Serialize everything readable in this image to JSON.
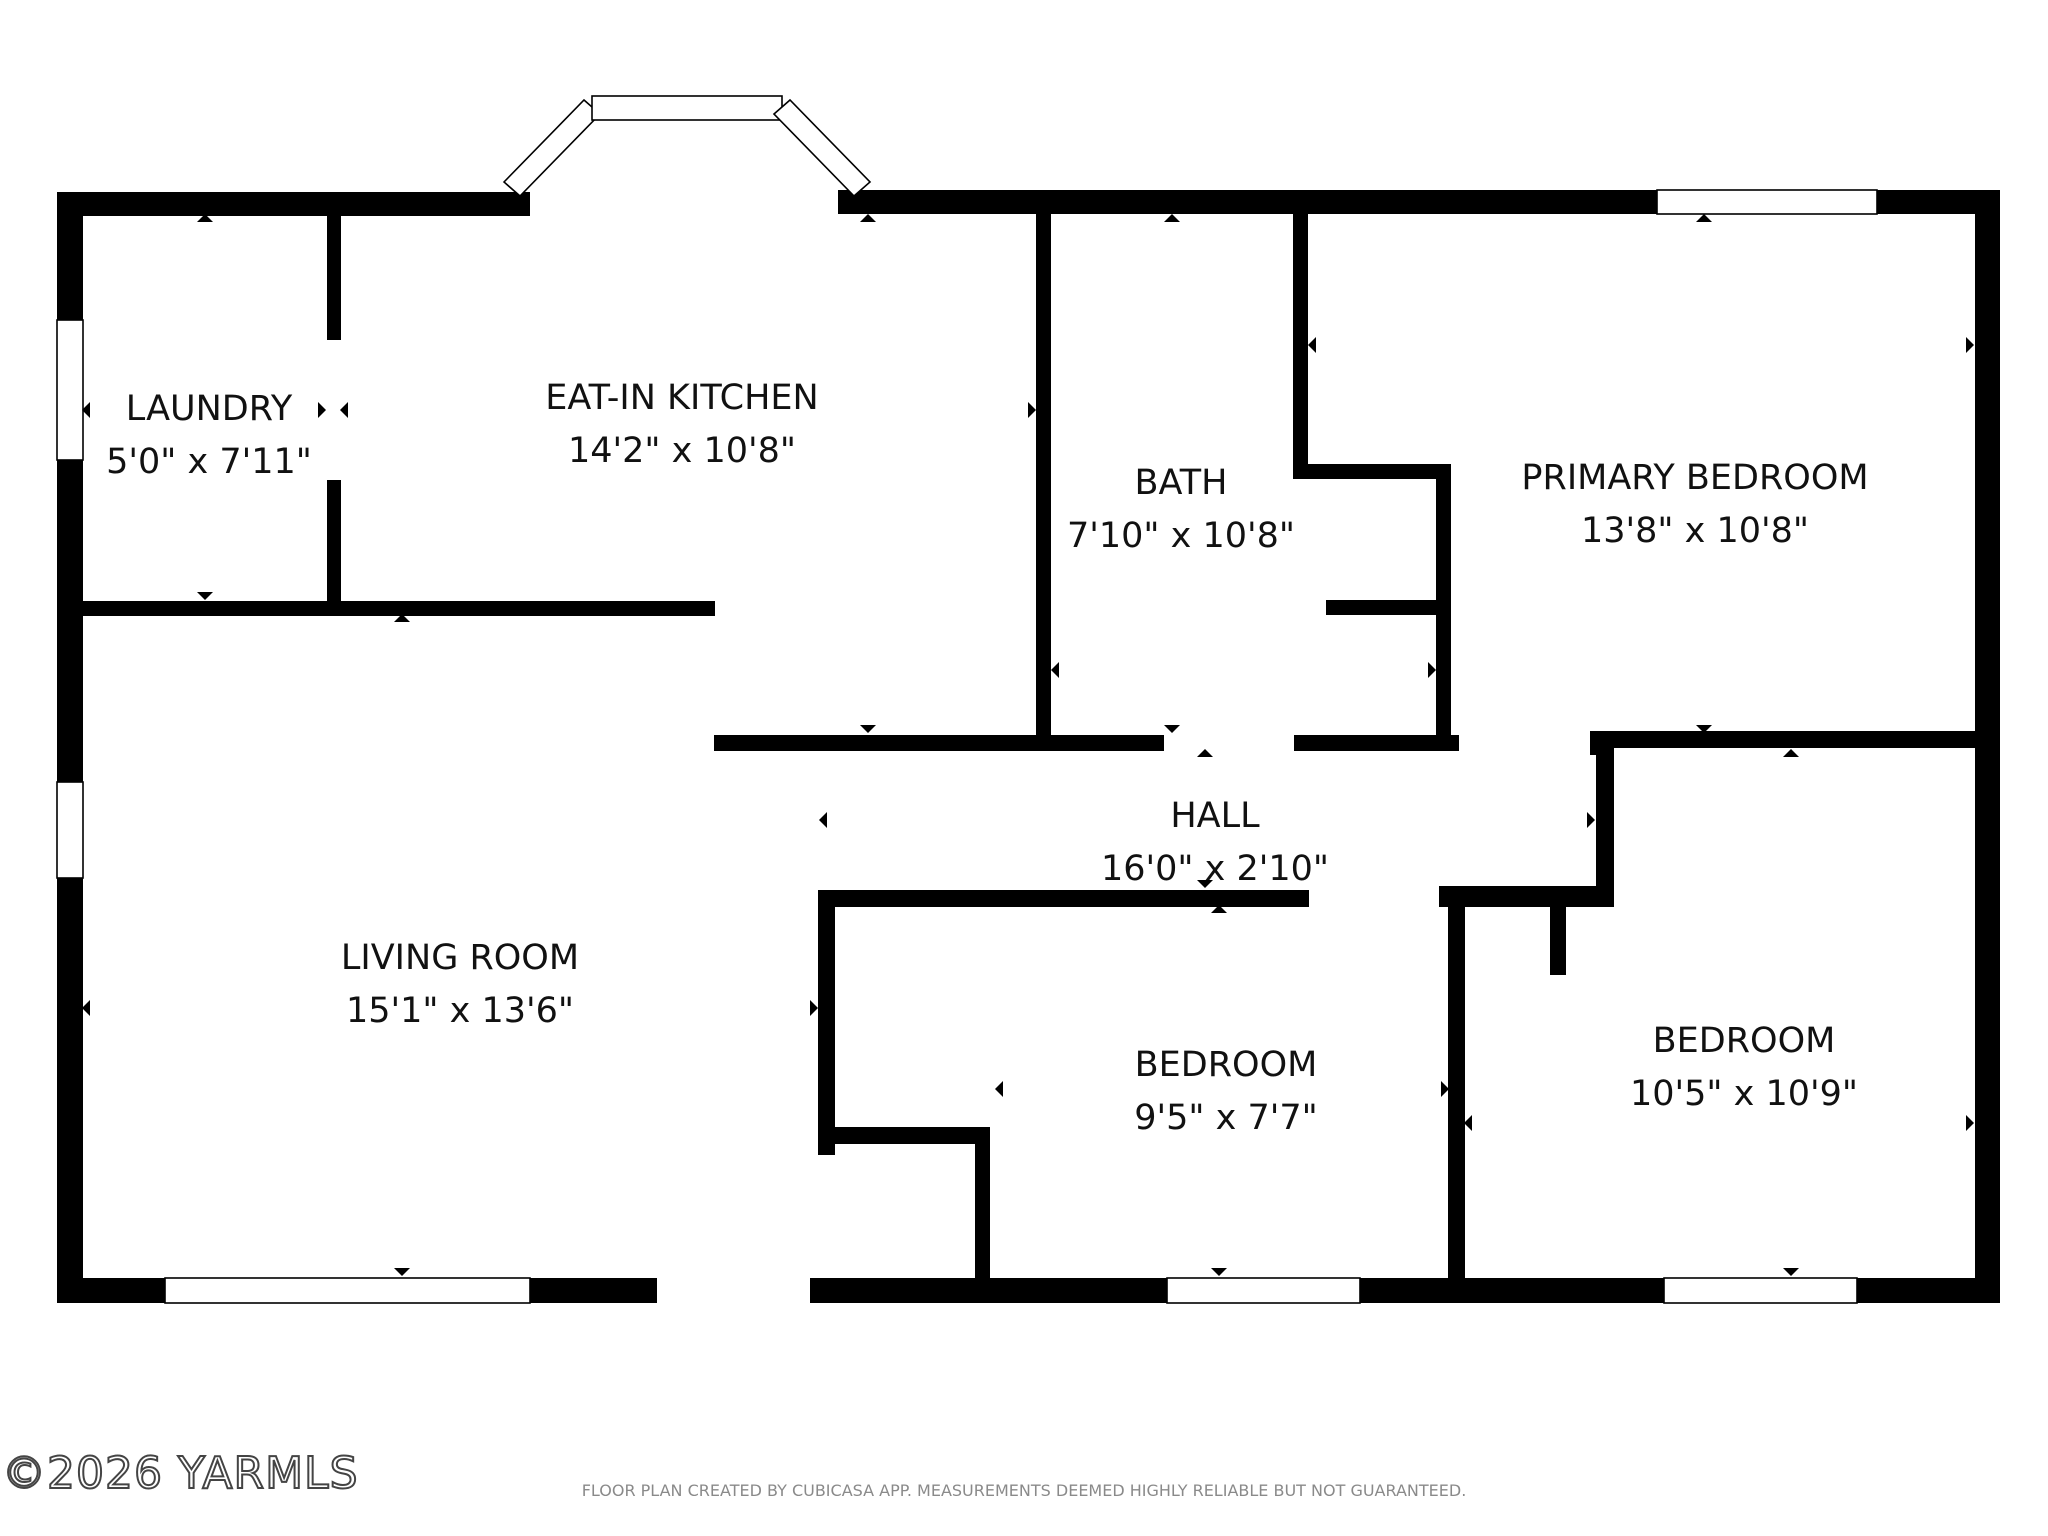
{
  "rooms": {
    "laundry": {
      "name": "LAUNDRY",
      "size": "5'0\" x 7'11\""
    },
    "kitchen": {
      "name": "EAT-IN KITCHEN",
      "size": "14'2\" x 10'8\""
    },
    "bath": {
      "name": "BATH",
      "size": "7'10\" x 10'8\""
    },
    "primary_bedroom": {
      "name": "PRIMARY BEDROOM",
      "size": "13'8\" x 10'8\""
    },
    "hall": {
      "name": "HALL",
      "size": "16'0\" x 2'10\""
    },
    "living_room": {
      "name": "LIVING ROOM",
      "size": "15'1\" x 13'6\""
    },
    "bedroom_center": {
      "name": "BEDROOM",
      "size": "9'5\" x 7'7\""
    },
    "bedroom_right": {
      "name": "BEDROOM",
      "size": "10'5\" x 10'9\""
    }
  },
  "watermark": "©2026 YARMLS",
  "disclaimer": "FLOOR PLAN CREATED BY CUBICASA APP. MEASUREMENTS DEEMED HIGHLY RELIABLE BUT NOT GUARANTEED."
}
